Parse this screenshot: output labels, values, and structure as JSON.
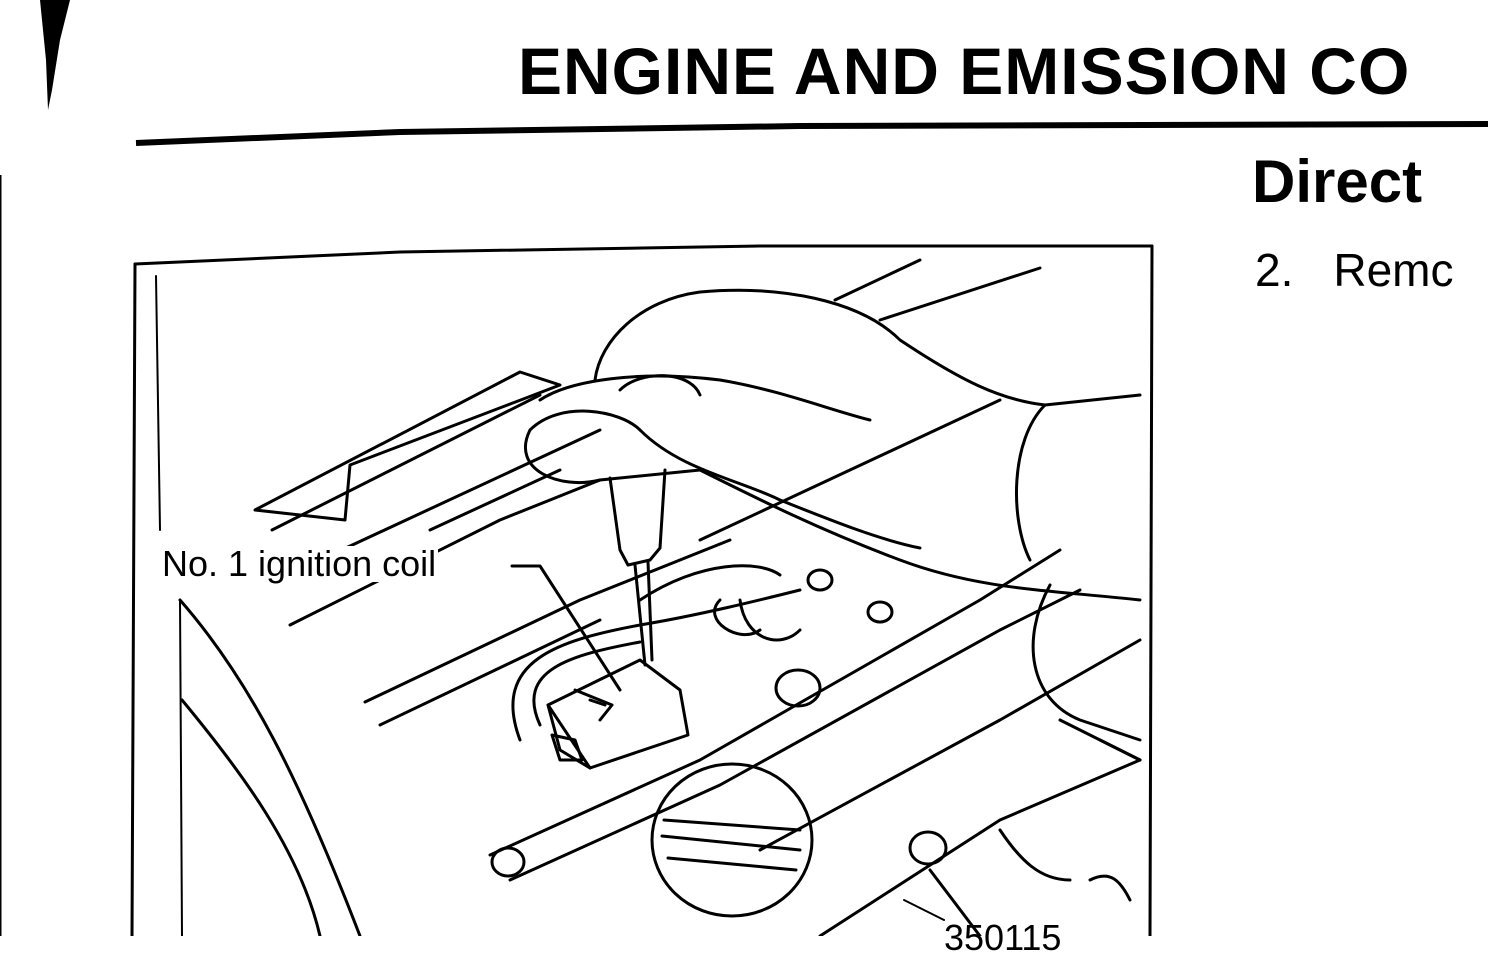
{
  "header": {
    "title": "ENGINE AND EMISSION CO"
  },
  "section": {
    "heading": "Direct",
    "step_number": "2.",
    "step_text": "Remc"
  },
  "figure": {
    "callout_label": "No. 1 ignition coil",
    "figure_code": "350115"
  }
}
